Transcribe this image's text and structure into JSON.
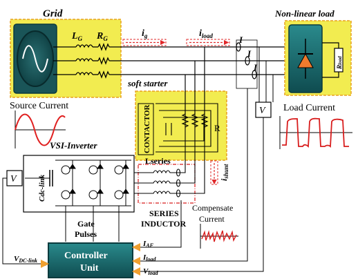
{
  "colors": {
    "yellow_panel": "#f2ec50",
    "teal_dark": "#0f4c50",
    "teal_mid": "#1d7a7d",
    "wire": "#000000",
    "signal_red": "#d81c1c",
    "arrow_red": "#e0282a",
    "diode_orange": "#ef7b2e"
  },
  "grid": {
    "title": "Grid",
    "lg": "L",
    "lg_sub": "G",
    "rg": "R",
    "rg_sub": "G",
    "ig": "i",
    "ig_sub": "g",
    "iload": "i",
    "iload_sub": "load",
    "i_labels": [
      "I",
      "I",
      "I"
    ],
    "source_current": "Source Current",
    "icon": "ac-source-icon"
  },
  "load": {
    "title": "Non-linear load",
    "rload": "R",
    "rload_sub": "load",
    "load_current": "Load Current",
    "icon": "diode-icon"
  },
  "soft_starter": {
    "title": "soft starter",
    "contactor": "CONTACTOR",
    "r": "R",
    "v_label": "V"
  },
  "vsi": {
    "title": "VSI-Inverter",
    "v_label": "V",
    "cdc": "Cdc-link",
    "gate_pulses_1": "Gate",
    "gate_pulses_2": "Pulses"
  },
  "series_inductor": {
    "lseries": "Lseries",
    "ishunt": "i",
    "ishunt_sub": "shunt",
    "label_1": "SERIES",
    "label_2": "INDUCTOR",
    "compensate_1": "Compensate",
    "compensate_2": "Current"
  },
  "controller": {
    "line_1": "Controller",
    "line_2": "Unit",
    "vdc": "V",
    "vdc_sub": "DC-link",
    "iaf": "I",
    "iaf_sub": "AF",
    "iload": "I",
    "iload_sub": "load",
    "vload": "V",
    "vload_sub": "load"
  }
}
